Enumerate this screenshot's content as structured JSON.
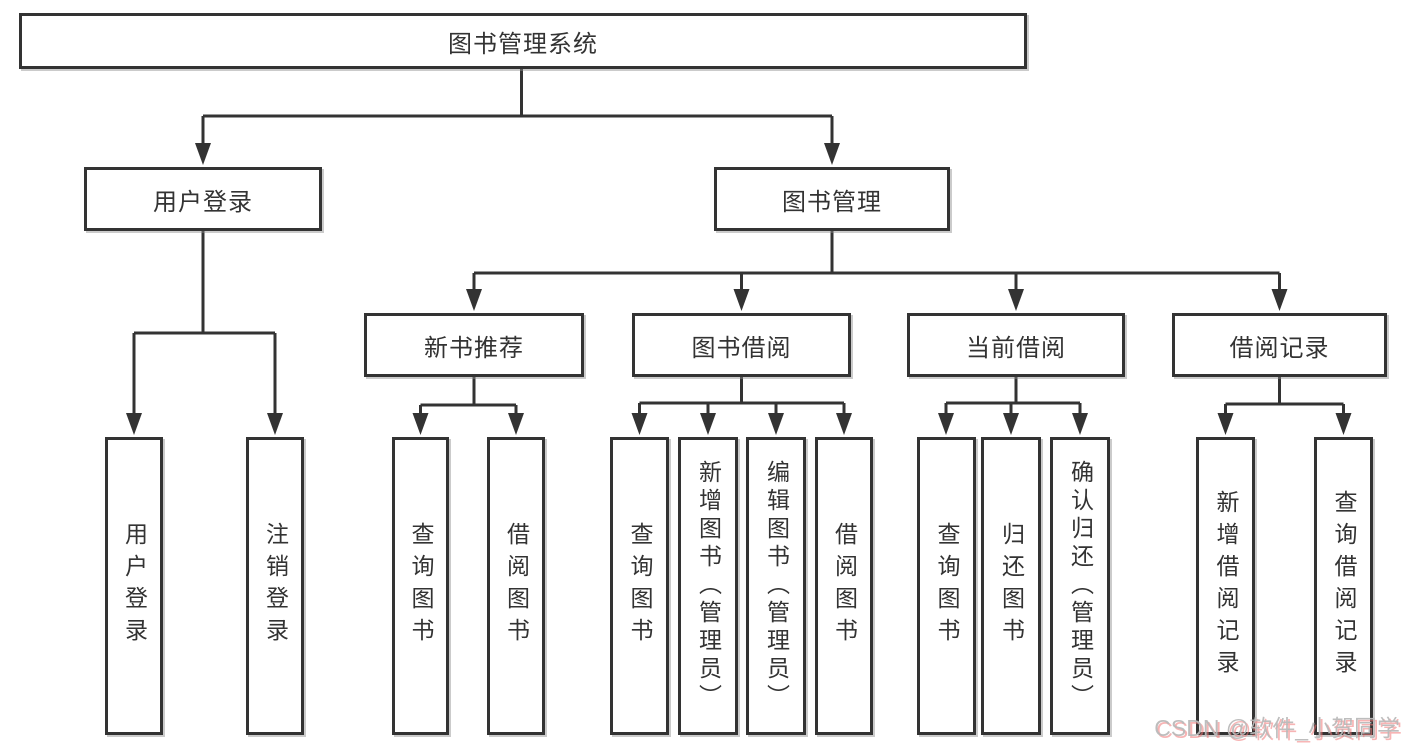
{
  "diagram_type": "hierarchy-tree",
  "root": {
    "label": "图书管理系统"
  },
  "branches": [
    {
      "label": "用户登录",
      "children": [
        {
          "label": "用户登录"
        },
        {
          "label": "注销登录"
        }
      ]
    },
    {
      "label": "图书管理",
      "children": [
        {
          "label": "新书推荐",
          "children": [
            {
              "label": "查询图书"
            },
            {
              "label": "借阅图书"
            }
          ]
        },
        {
          "label": "图书借阅",
          "children": [
            {
              "label": "查询图书"
            },
            {
              "label": "新增图书（管理员）"
            },
            {
              "label": "编辑图书（管理员）"
            },
            {
              "label": "借阅图书"
            }
          ]
        },
        {
          "label": "当前借阅",
          "children": [
            {
              "label": "查询图书"
            },
            {
              "label": "归还图书"
            },
            {
              "label": "确认归还（管理员）"
            }
          ]
        },
        {
          "label": "借阅记录",
          "children": [
            {
              "label": "新增借阅记录"
            },
            {
              "label": "查询借阅记录"
            }
          ]
        }
      ]
    }
  ],
  "watermark": "CSDN @软件_小贺同学",
  "colors": {
    "line": "#333333",
    "box_background": "#ffffff",
    "text": "#333333",
    "watermark_gray": "#b9b9b9",
    "watermark_shadow": "#f07676"
  }
}
